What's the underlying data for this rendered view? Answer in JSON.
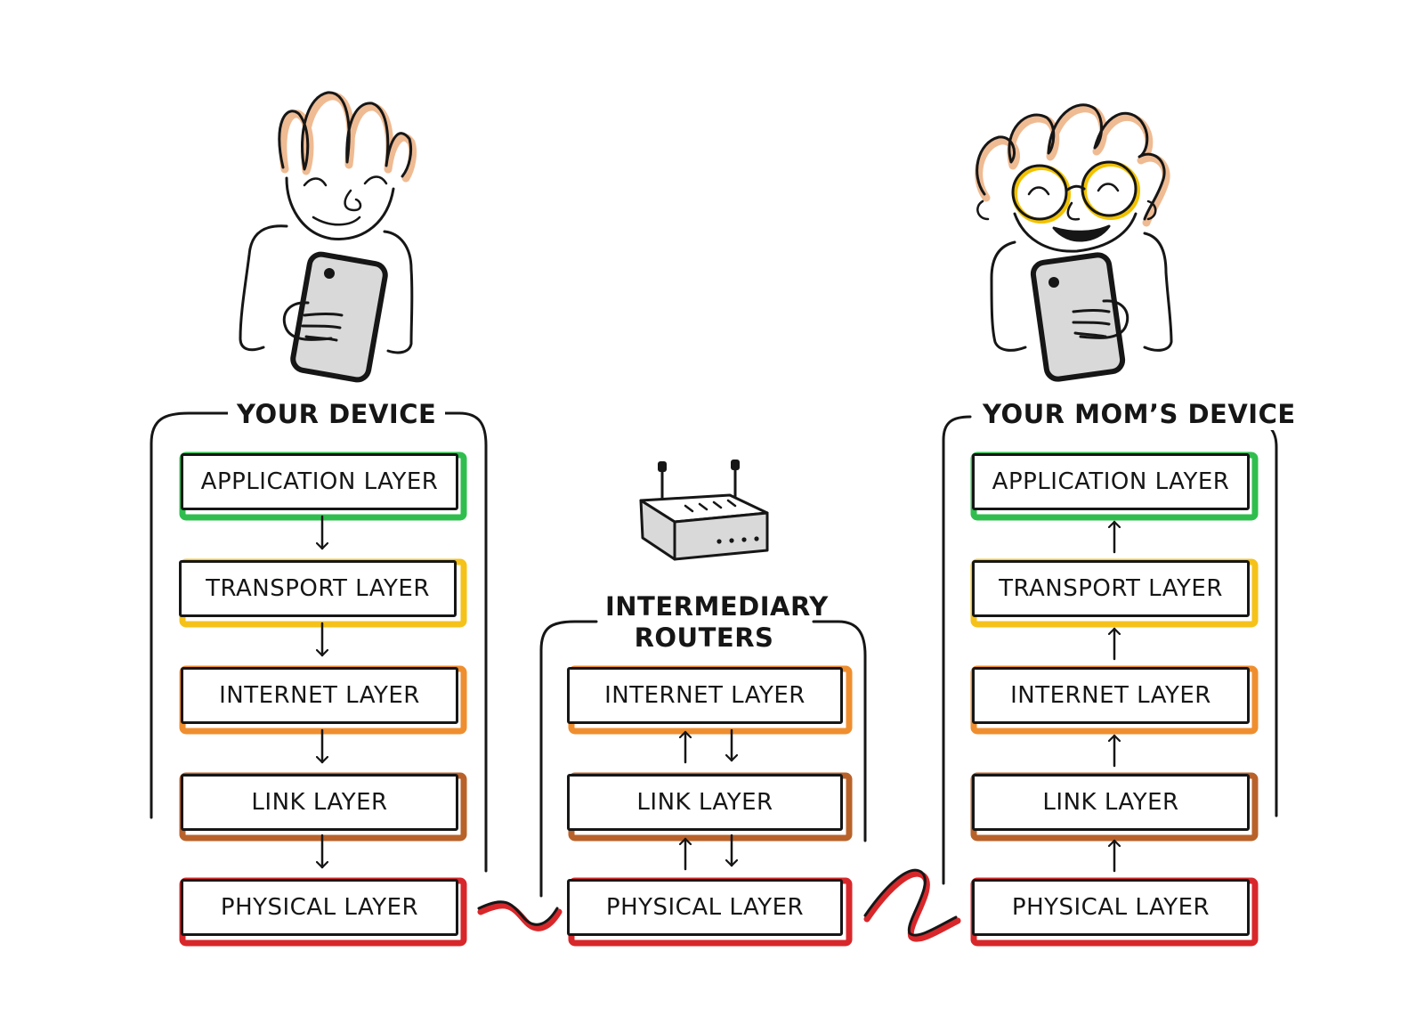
{
  "groups": {
    "your_device": "YOUR DEVICE",
    "routers": "INTERMEDIARY ROUTERS",
    "moms_device": "YOUR MOM’S DEVICE"
  },
  "layers": {
    "application": "APPLICATION LAYER",
    "transport": "TRANSPORT LAYER",
    "internet": "INTERNET LAYER",
    "link": "LINK LAYER",
    "physical": "PHYSICAL LAYER"
  },
  "colors": {
    "application": "#2fbe4e",
    "transport": "#f5c21a",
    "internet": "#ef8e2f",
    "link": "#b8622a",
    "physical": "#d8272a",
    "hair": "#e9a46f",
    "glasses": "#f2c200",
    "ink": "#161616"
  }
}
